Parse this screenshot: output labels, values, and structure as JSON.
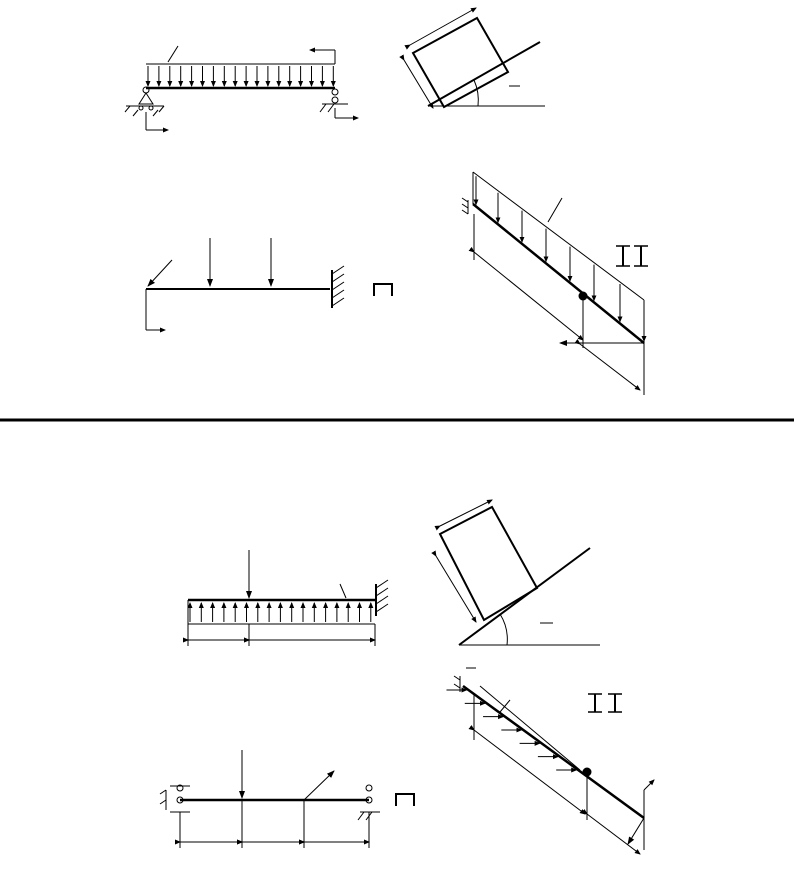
{
  "page": {
    "background": "#ffffff",
    "ink": "#000000"
  },
  "divider": {
    "color": "#000000"
  },
  "figures": [
    {
      "id": "top-left-beam",
      "kind": "simply-supported beam with distributed load"
    },
    {
      "id": "top-right-block",
      "kind": "rectangular block on incline"
    },
    {
      "id": "mid-left-cantilever",
      "kind": "cantilever with point loads"
    },
    {
      "id": "mid-right-inclined-beam",
      "kind": "inclined beam with vertical distributed load"
    },
    {
      "id": "bottom-left-beam",
      "kind": "cantilever with upward distributed load"
    },
    {
      "id": "bottom-right-block",
      "kind": "rectangular block on incline"
    },
    {
      "id": "bottom-left-simple-beam",
      "kind": "simply-supported beam with point loads"
    },
    {
      "id": "bottom-right-inclined-beam",
      "kind": "inclined beam with horizontal distributed load"
    }
  ]
}
